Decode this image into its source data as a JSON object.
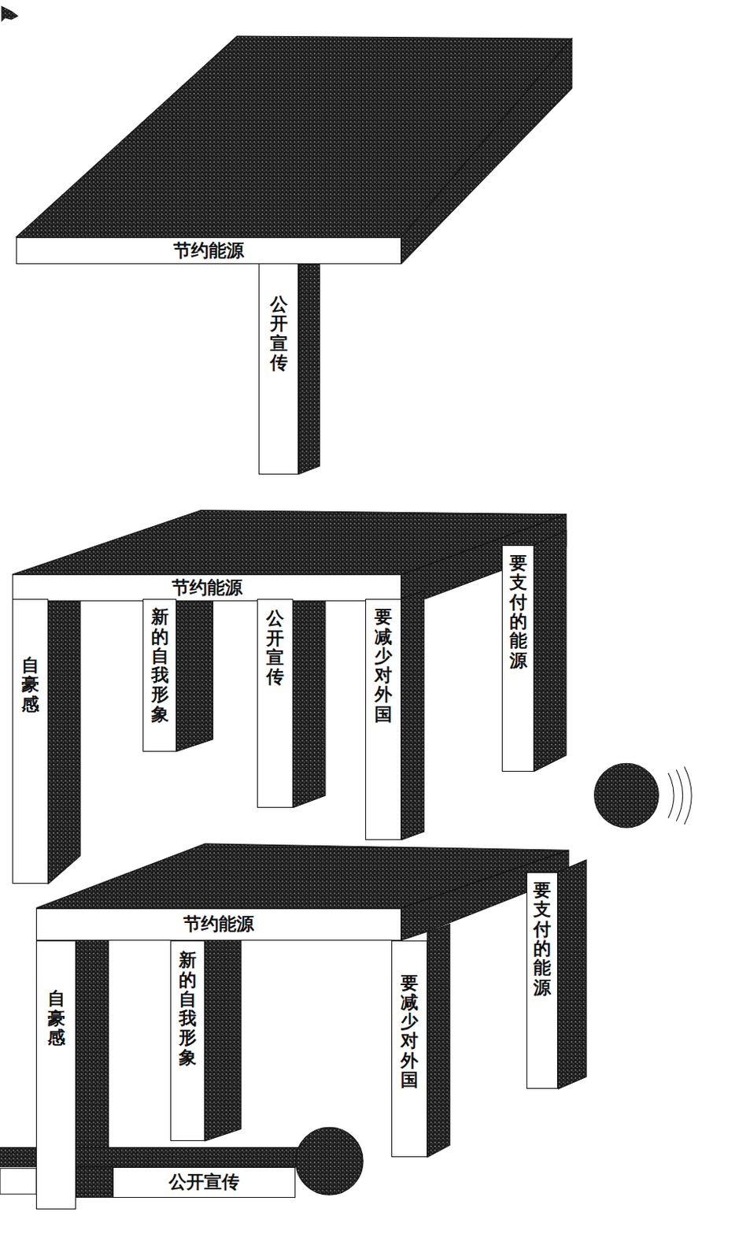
{
  "diagram": {
    "nodes": [
      {
        "text": [
          "节约能源"
        ]
      },
      {
        "text": [
          "公开宣传"
        ]
      },
      {
        "text": [
          "节约能源"
        ]
      },
      {
        "text": [
          "自豪感"
        ]
      },
      {
        "text": [
          "新的自我形象"
        ]
      },
      {
        "text": [
          "公开宣传"
        ]
      },
      {
        "text": [
          "要减少对外国"
        ]
      },
      {
        "text": [
          "要支付的能源"
        ]
      },
      {
        "text": [
          "节约能源"
        ]
      },
      {
        "text": [
          "自豪感"
        ]
      },
      {
        "text": [
          "新的自我形象"
        ]
      },
      {
        "text": [
          "要减少对外国"
        ]
      },
      {
        "text": [
          "要支付的能源"
        ]
      },
      {
        "text": [
          "公开宣传"
        ]
      }
    ]
  }
}
